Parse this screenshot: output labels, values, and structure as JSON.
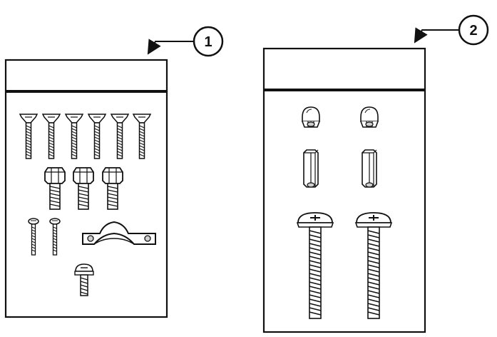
{
  "callouts": [
    {
      "label": "1"
    },
    {
      "label": "2"
    }
  ],
  "colors": {
    "line": "#111111",
    "fill": "#ffffff",
    "shade": "#cfcfcf",
    "background": "#ffffff"
  },
  "bags": [
    {
      "callout": "1",
      "contents": [
        {
          "part": "flat-head-screw",
          "count": 6
        },
        {
          "part": "hex-bolt",
          "count": 3
        },
        {
          "part": "small-pan-head-screw",
          "count": 2
        },
        {
          "part": "saddle-clamp",
          "count": 1
        },
        {
          "part": "pan-head-screw-short",
          "count": 1
        }
      ]
    },
    {
      "callout": "2",
      "contents": [
        {
          "part": "acorn-nut",
          "count": 2
        },
        {
          "part": "hex-standoff",
          "count": 2
        },
        {
          "part": "long-pan-head-phillips-screw",
          "count": 2
        }
      ]
    }
  ]
}
